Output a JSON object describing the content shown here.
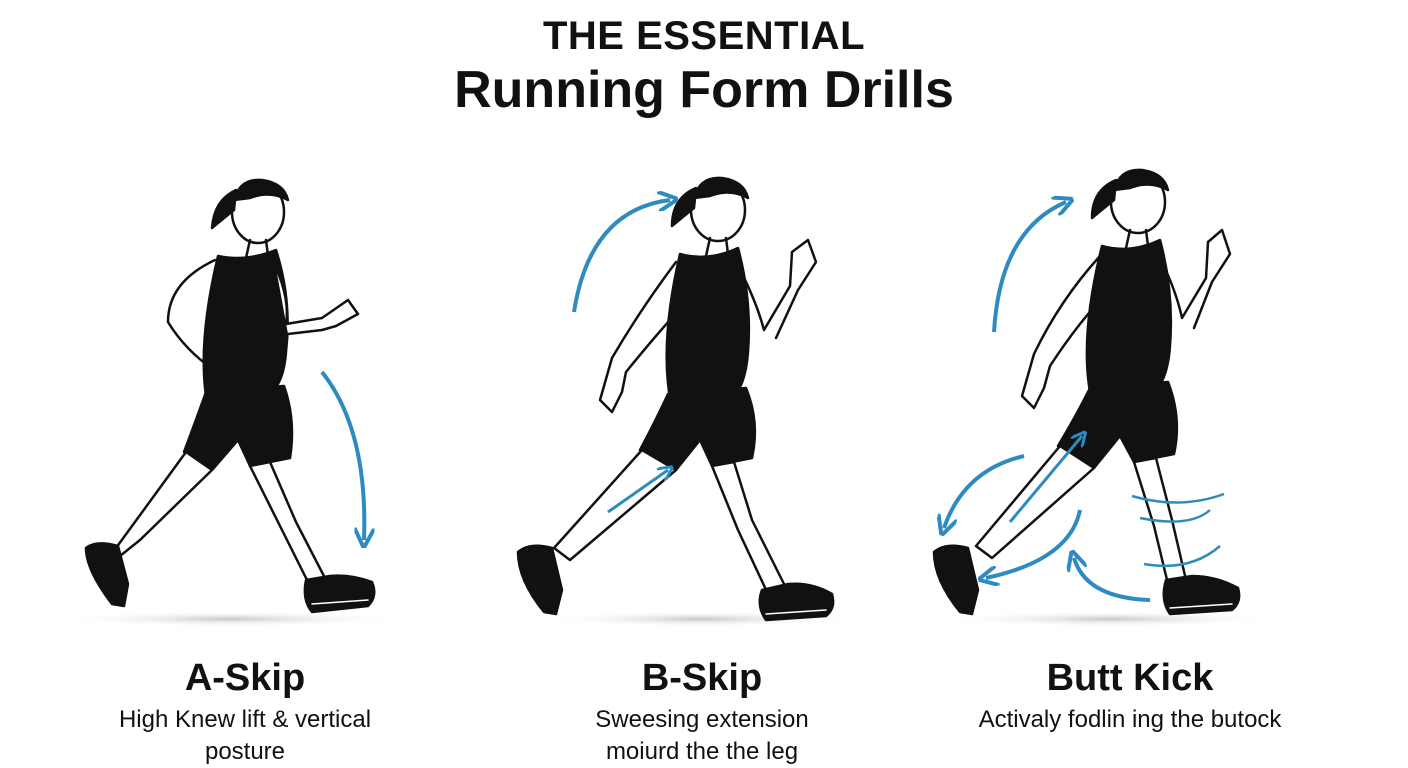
{
  "title": {
    "line1": "THE ESSENTIAL",
    "line2": "Running Form Drills"
  },
  "drills": [
    {
      "name": "A-Skip",
      "description": "High Knew lift & vertical posture"
    },
    {
      "name": "B-Skip",
      "description_line1": "Sweesing extension",
      "description_line2": "moiurd the the leg"
    },
    {
      "name": "Butt Kick",
      "description": "Activaly fodlin ing the butock"
    }
  ],
  "colors": {
    "arrow": "#2f8bbf",
    "figure": "#111111",
    "shadow": "#d8d8d8"
  },
  "icons": [
    "runner-figure",
    "motion-arrow"
  ]
}
